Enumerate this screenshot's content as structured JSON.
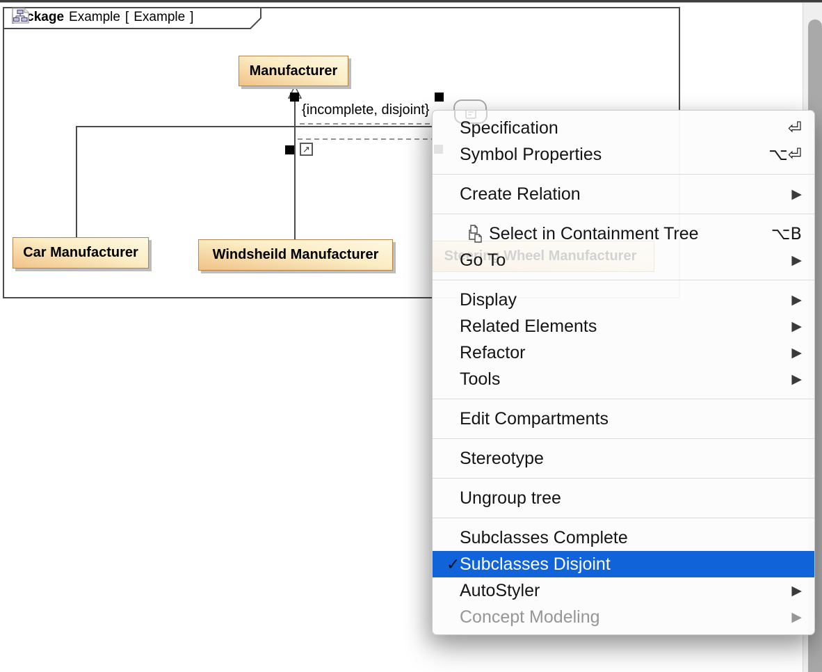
{
  "diagram": {
    "frame_header": {
      "keyword": "package",
      "package_name": "Example",
      "bracket_open": "[",
      "diagram_name": "Example",
      "bracket_close": "]"
    },
    "classes": [
      {
        "name": "Manufacturer"
      },
      {
        "name": "Car Manufacturer"
      },
      {
        "name": "Windsheild Manufacturer"
      },
      {
        "name": "Steering Wheel Manufacturer",
        "note": "partially obscured by context menu"
      }
    ],
    "generalization_label": "{incomplete, disjoint}",
    "glyphs": {
      "open_link": "↗"
    },
    "colors": {
      "class_fill_dark": "#F1C287",
      "class_fill_light": "#FEF8E3",
      "class_border": "#B2854C",
      "frame_border": "#4A4A4A"
    }
  },
  "context_menu": {
    "glyphs": {
      "check": "✓",
      "submenu_arrow": "▶"
    },
    "colors": {
      "highlight": "#1063D8",
      "highlight_text": "#FFFFFF",
      "disabled_text": "#969696"
    },
    "items": [
      {
        "label": "Specification",
        "shortcut": "⏎"
      },
      {
        "label": "Symbol Properties",
        "shortcut": "⌥⏎"
      },
      {
        "type": "separator"
      },
      {
        "label": "Create Relation",
        "submenu": true
      },
      {
        "type": "separator"
      },
      {
        "label": "Select in Containment Tree",
        "icon": "containment-tree-icon",
        "shortcut": "⌥B"
      },
      {
        "label": "Go To",
        "submenu": true
      },
      {
        "type": "separator"
      },
      {
        "label": "Display",
        "submenu": true
      },
      {
        "label": "Related Elements",
        "submenu": true
      },
      {
        "label": "Refactor",
        "submenu": true
      },
      {
        "label": "Tools",
        "submenu": true
      },
      {
        "type": "separator"
      },
      {
        "label": "Edit Compartments"
      },
      {
        "type": "separator"
      },
      {
        "label": "Stereotype"
      },
      {
        "type": "separator"
      },
      {
        "label": "Ungroup tree"
      },
      {
        "type": "separator"
      },
      {
        "label": "Subclasses Complete"
      },
      {
        "label": "Subclasses Disjoint",
        "checked": true,
        "highlighted": true
      },
      {
        "label": "AutoStyler",
        "submenu": true
      },
      {
        "label": "Concept Modeling",
        "submenu": true,
        "disabled": true
      }
    ]
  }
}
